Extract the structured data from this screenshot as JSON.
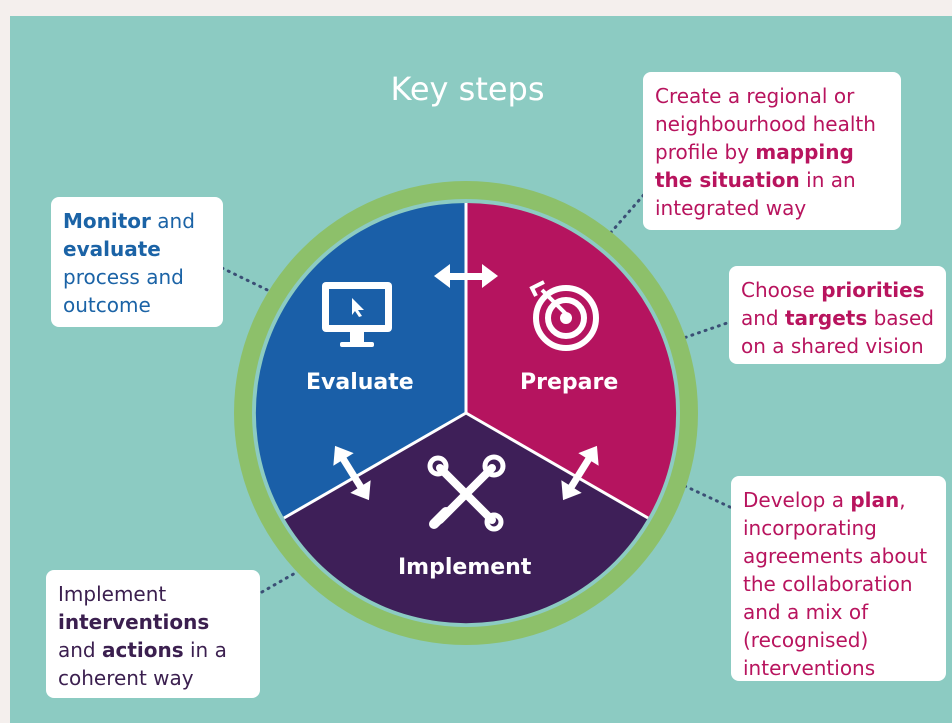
{
  "title": "Key steps",
  "colors": {
    "background": "#8ccbc2",
    "ring": "#8dc06a",
    "evaluate": "#1a5fa8",
    "prepare": "#b5145f",
    "implement": "#3e1f58"
  },
  "segments": [
    {
      "label": "Evaluate",
      "icon": "monitor-icon"
    },
    {
      "label": "Prepare",
      "icon": "target-icon"
    },
    {
      "label": "Implement",
      "icon": "tools-icon"
    }
  ],
  "callouts": {
    "prepare_top": {
      "parts": [
        "Create a regional or neighbourhood health profile by ",
        "mapping the situation",
        " in an integrated way"
      ]
    },
    "prepare_right": {
      "parts": [
        "Choose ",
        "priorities",
        " and ",
        "targets",
        " based on a shared vision"
      ]
    },
    "implement_right": {
      "parts": [
        "Develop a ",
        "plan",
        ", incorporating agreements about the collaboration and a mix of (recognised) interventions"
      ]
    },
    "implement_left": {
      "parts": [
        "Implement ",
        "interventions",
        " and ",
        "actions",
        " in a coherent way"
      ]
    },
    "evaluate_left": {
      "parts": [
        "Monitor",
        " and ",
        "evaluate",
        " process and outcome"
      ]
    }
  }
}
